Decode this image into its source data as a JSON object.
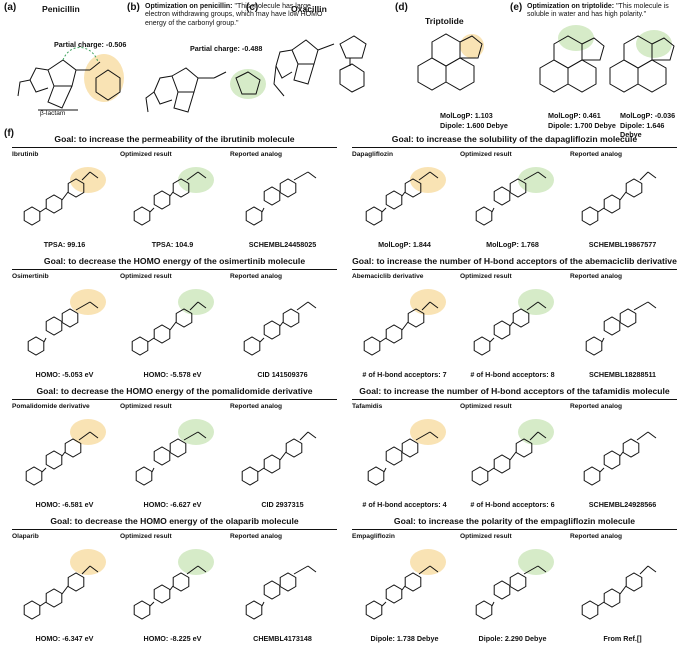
{
  "top_row": {
    "a": {
      "label": "(a)",
      "title": "Penicillin",
      "charge": "Partial charge: -0.506",
      "beta": "β-lactam"
    },
    "b": {
      "label": "(b)",
      "title": "Optimization on penicillin:",
      "quote": "\"This molecule has large electron withdrawing groups, which may have low HOMO energy of the carbonyl group.\"",
      "charge": "Partial charge: -0.488"
    },
    "c": {
      "label": "(c)",
      "title": "Oxacillin"
    },
    "d": {
      "label": "(d)",
      "title": "Triptolide",
      "logp": "MolLogP: 1.103",
      "dipole": "Dipole: 1.600 Debye"
    },
    "e": {
      "label": "(e)",
      "title": "Optimization on triptolide:",
      "quote": "\"This molecule is soluble in water and has high polarity.\"",
      "m1_logp": "MolLogP: 0.461",
      "m1_dipole": "Dipole: 1.700 Debye",
      "m2_logp": "MolLogP: -0.036",
      "m2_dipole": "Dipole: 1.646 Debye"
    }
  },
  "f_label": "(f)",
  "panels": [
    {
      "goal": "Goal: to increase the permeability of the ibrutinib molecule",
      "cols": [
        "Ibrutinib",
        "Optimized result",
        "Reported analog"
      ],
      "caps": [
        "TPSA: 99.16",
        "TPSA: 104.9",
        "SCHEMBL24458025"
      ]
    },
    {
      "goal": "Goal: to increase the solubility of the dapagliflozin molecule",
      "cols": [
        "Dapagliflozin",
        "Optimized result",
        "Reported analog"
      ],
      "caps": [
        "MolLogP: 1.844",
        "MolLogP: 1.768",
        "SCHEMBL19867577"
      ]
    },
    {
      "goal": "Goal: to decrease the HOMO energy of the osimertinib molecule",
      "cols": [
        "Osimertinib",
        "Optimized result",
        "Reported analog"
      ],
      "caps": [
        "HOMO: -5.053 eV",
        "HOMO: -5.578 eV",
        "CID 141509376"
      ]
    },
    {
      "goal": "Goal: to increase the number of H-bond acceptors of the abemaciclib derivative",
      "cols": [
        "Abemaciclib derivative",
        "Optimized result",
        "Reported analog"
      ],
      "caps": [
        "# of H-bond acceptors: 7",
        "# of H-bond acceptors: 8",
        "SCHEMBL18288511"
      ]
    },
    {
      "goal": "Goal: to decrease the HOMO energy of the pomalidomide derivative",
      "cols": [
        "Pomalidomide derivative",
        "Optimized result",
        "Reported analog"
      ],
      "caps": [
        "HOMO: -6.581 eV",
        "HOMO: -6.627 eV",
        "CID 2937315"
      ]
    },
    {
      "goal": "Goal: to increase the number of H-bond acceptors of the tafamidis molecule",
      "cols": [
        "Tafamidis",
        "Optimized result",
        "Reported analog"
      ],
      "caps": [
        "# of H-bond acceptors: 4",
        "# of H-bond acceptors: 6",
        "SCHEMBL24928566"
      ]
    },
    {
      "goal": "Goal: to decrease the HOMO energy of the olaparib molecule",
      "cols": [
        "Olaparib",
        "Optimized result",
        "Reported analog"
      ],
      "caps": [
        "HOMO: -6.347 eV",
        "HOMO: -8.225 eV",
        "CHEMBL4173148"
      ]
    },
    {
      "goal": "Goal: to increase the polarity of the empagliflozin molecule",
      "cols": [
        "Empagliflozin",
        "Optimized result",
        "Reported analog"
      ],
      "caps": [
        "Dipole: 1.738 Debye",
        "Dipole: 2.290 Debye",
        "From Ref.[]"
      ]
    }
  ]
}
